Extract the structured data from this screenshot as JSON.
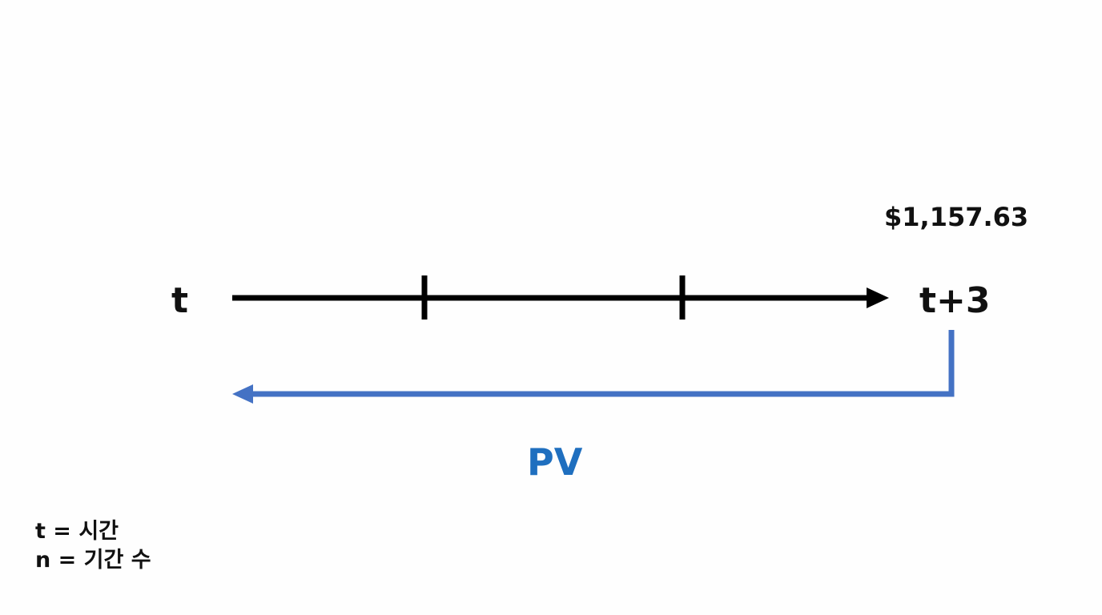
{
  "timeline": {
    "start_label": "t",
    "end_label": "t+3",
    "future_value": "$1,157.63",
    "periods": 3
  },
  "pv_arrow": {
    "label": "PV"
  },
  "legend": {
    "line1": "t = 시간",
    "line2": "n = 기간 수"
  },
  "colors": {
    "timeline": "#000000",
    "pv_arrow": "#4472c4",
    "pv_label": "#1f6fbf",
    "text": "#111111"
  }
}
